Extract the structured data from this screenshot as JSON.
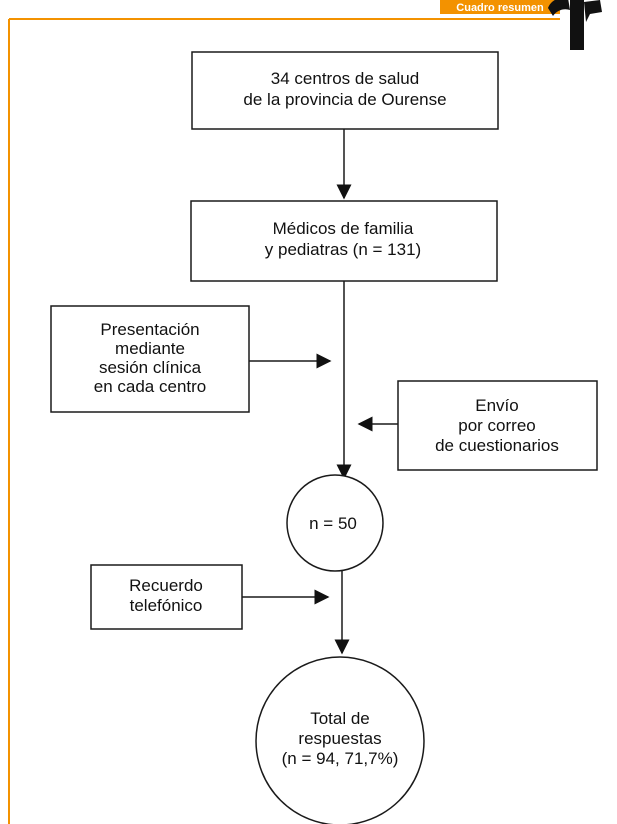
{
  "header": {
    "label": "Cuadro resumen"
  },
  "colors": {
    "frame": "#f39200",
    "stroke": "#1a1a1a",
    "figure": "#111111"
  },
  "icons": {
    "figure": "person-figure-icon"
  },
  "nodes": {
    "centros": {
      "line1": "34 centros de salud",
      "line2": "de la provincia de Ourense"
    },
    "medicos": {
      "line1": "Médicos de familia",
      "line2": "y pediatras (n = 131)"
    },
    "presentacion": {
      "line1": "Presentación",
      "line2": "mediante",
      "line3": "sesión clínica",
      "line4": "en cada centro"
    },
    "envio": {
      "line1": "Envío",
      "line2": "por correo",
      "line3": "de cuestionarios"
    },
    "n50": {
      "line1": "n = 50"
    },
    "recuerdo": {
      "line1": "Recuerdo",
      "line2": "telefónico"
    },
    "total": {
      "line1": "Total de",
      "line2": "respuestas",
      "line3": "(n = 94, 71,7%)"
    }
  }
}
